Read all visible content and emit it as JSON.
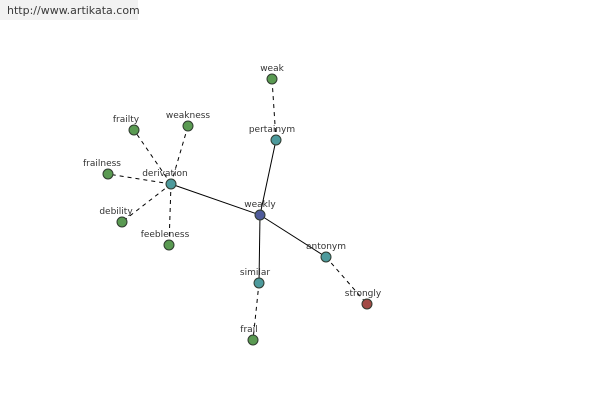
{
  "header": {
    "url": "http://www.artikata.com"
  },
  "colors": {
    "center_node": "#4f5b9a",
    "relation_node": "#4d9a9c",
    "synonym_node": "#5a9a52",
    "antonym_node": "#a24a45",
    "node_stroke": "#2f3a2f",
    "edge": "#000000"
  },
  "graph": {
    "nodes": [
      {
        "id": "weakly",
        "label": "weakly",
        "kind": "center"
      },
      {
        "id": "derivation",
        "label": "derivation",
        "kind": "relation"
      },
      {
        "id": "pertainym",
        "label": "pertainym",
        "kind": "relation"
      },
      {
        "id": "antonym",
        "label": "antonym",
        "kind": "relation"
      },
      {
        "id": "similar",
        "label": "similar",
        "kind": "relation"
      },
      {
        "id": "weak",
        "label": "weak",
        "kind": "word"
      },
      {
        "id": "strongly",
        "label": "strongly",
        "kind": "antonym"
      },
      {
        "id": "frail",
        "label": "frail",
        "kind": "word"
      },
      {
        "id": "frailty",
        "label": "frailty",
        "kind": "word"
      },
      {
        "id": "weakness",
        "label": "weakness",
        "kind": "word"
      },
      {
        "id": "frailness",
        "label": "frailness",
        "kind": "word"
      },
      {
        "id": "debility",
        "label": "debility",
        "kind": "word"
      },
      {
        "id": "feebleness",
        "label": "feebleness",
        "kind": "word"
      }
    ],
    "edges": [
      {
        "from": "weakly",
        "to": "derivation",
        "style": "solid"
      },
      {
        "from": "weakly",
        "to": "pertainym",
        "style": "solid"
      },
      {
        "from": "weakly",
        "to": "antonym",
        "style": "solid"
      },
      {
        "from": "weakly",
        "to": "similar",
        "style": "solid"
      },
      {
        "from": "pertainym",
        "to": "weak",
        "style": "dashed"
      },
      {
        "from": "antonym",
        "to": "strongly",
        "style": "dashed"
      },
      {
        "from": "similar",
        "to": "frail",
        "style": "dashed"
      },
      {
        "from": "derivation",
        "to": "frailty",
        "style": "dashed"
      },
      {
        "from": "derivation",
        "to": "weakness",
        "style": "dashed"
      },
      {
        "from": "derivation",
        "to": "frailness",
        "style": "dashed"
      },
      {
        "from": "derivation",
        "to": "debility",
        "style": "dashed"
      },
      {
        "from": "derivation",
        "to": "feebleness",
        "style": "dashed"
      }
    ]
  }
}
